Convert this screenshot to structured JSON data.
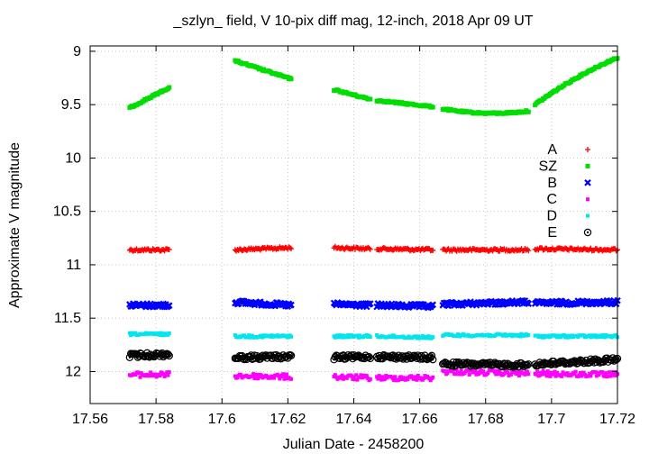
{
  "chart_data": {
    "type": "scatter",
    "title": "_szlyn_ field, V 10-pix diff mag, 12-inch, 2018 Apr 09 UT",
    "xlabel": "Julian Date - 2458200",
    "ylabel": "Approximate V magnitude",
    "xlim": [
      17.56,
      17.72
    ],
    "ylim": [
      8.95,
      12.3
    ],
    "y_inverted": true,
    "x_ticks": [
      "17.56",
      "17.58",
      "17.6",
      "17.62",
      "17.64",
      "17.66",
      "17.68",
      "17.7",
      "17.72"
    ],
    "y_ticks": [
      "9",
      "9.5",
      "10",
      "10.5",
      "11",
      "11.5",
      "12"
    ],
    "grid": true,
    "legend_position": "right-center",
    "series": [
      {
        "name": "A",
        "color": "#ff0000",
        "marker": "plus",
        "segments": [
          {
            "x_start": 17.572,
            "x_end": 17.584,
            "y_start": 10.86,
            "y_end": 10.86
          },
          {
            "x_start": 17.604,
            "x_end": 17.621,
            "y_start": 10.86,
            "y_end": 10.84
          },
          {
            "x_start": 17.634,
            "x_end": 17.645,
            "y_start": 10.84,
            "y_end": 10.85
          },
          {
            "x_start": 17.647,
            "x_end": 17.664,
            "y_start": 10.85,
            "y_end": 10.86
          },
          {
            "x_start": 17.667,
            "x_end": 17.693,
            "y_start": 10.86,
            "y_end": 10.86
          },
          {
            "x_start": 17.695,
            "x_end": 17.72,
            "y_start": 10.85,
            "y_end": 10.86
          }
        ]
      },
      {
        "name": "SZ",
        "color": "#00dd00",
        "marker": "square",
        "segments": [
          {
            "x_start": 17.572,
            "x_end": 17.584,
            "y_start": 9.53,
            "y_end": 9.34
          },
          {
            "x_start": 17.604,
            "x_end": 17.621,
            "y_start": 9.09,
            "y_end": 9.26
          },
          {
            "x_start": 17.634,
            "x_end": 17.645,
            "y_start": 9.36,
            "y_end": 9.45
          },
          {
            "x_start": 17.647,
            "x_end": 17.664,
            "y_start": 9.46,
            "y_end": 9.52
          },
          {
            "x_start": 17.667,
            "x_end": 17.693,
            "y_start": 9.54,
            "y_end": 9.56,
            "y_mid": 9.58
          },
          {
            "x_start": 17.695,
            "x_end": 17.72,
            "y_start": 9.5,
            "y_end": 9.06,
            "y_mid": 9.25
          }
        ]
      },
      {
        "name": "B",
        "color": "#0000ff",
        "marker": "cross",
        "segments": [
          {
            "x_start": 17.572,
            "x_end": 17.584,
            "y_start": 11.38,
            "y_end": 11.38
          },
          {
            "x_start": 17.604,
            "x_end": 17.621,
            "y_start": 11.35,
            "y_end": 11.38
          },
          {
            "x_start": 17.634,
            "x_end": 17.645,
            "y_start": 11.37,
            "y_end": 11.38
          },
          {
            "x_start": 17.647,
            "x_end": 17.664,
            "y_start": 11.38,
            "y_end": 11.39
          },
          {
            "x_start": 17.667,
            "x_end": 17.693,
            "y_start": 11.37,
            "y_end": 11.35
          },
          {
            "x_start": 17.695,
            "x_end": 17.72,
            "y_start": 11.36,
            "y_end": 11.35
          }
        ]
      },
      {
        "name": "C",
        "color": "#ff00ff",
        "marker": "small-square",
        "segments": [
          {
            "x_start": 17.572,
            "x_end": 17.584,
            "y_start": 12.03,
            "y_end": 12.03
          },
          {
            "x_start": 17.604,
            "x_end": 17.621,
            "y_start": 12.04,
            "y_end": 12.05
          },
          {
            "x_start": 17.634,
            "x_end": 17.645,
            "y_start": 12.05,
            "y_end": 12.06
          },
          {
            "x_start": 17.647,
            "x_end": 17.664,
            "y_start": 12.06,
            "y_end": 12.06
          },
          {
            "x_start": 17.667,
            "x_end": 17.693,
            "y_start": 12.0,
            "y_end": 12.02
          },
          {
            "x_start": 17.695,
            "x_end": 17.72,
            "y_start": 12.02,
            "y_end": 12.03
          }
        ]
      },
      {
        "name": "D",
        "color": "#00e5ee",
        "marker": "small-square",
        "segments": [
          {
            "x_start": 17.572,
            "x_end": 17.584,
            "y_start": 11.65,
            "y_end": 11.65
          },
          {
            "x_start": 17.604,
            "x_end": 17.621,
            "y_start": 11.67,
            "y_end": 11.67
          },
          {
            "x_start": 17.634,
            "x_end": 17.645,
            "y_start": 11.67,
            "y_end": 11.67
          },
          {
            "x_start": 17.647,
            "x_end": 17.664,
            "y_start": 11.67,
            "y_end": 11.68
          },
          {
            "x_start": 17.667,
            "x_end": 17.693,
            "y_start": 11.66,
            "y_end": 11.66
          },
          {
            "x_start": 17.695,
            "x_end": 17.72,
            "y_start": 11.67,
            "y_end": 11.67
          }
        ]
      },
      {
        "name": "E",
        "color": "#000000",
        "marker": "circle",
        "segments": [
          {
            "x_start": 17.572,
            "x_end": 17.584,
            "y_start": 11.85,
            "y_end": 11.84
          },
          {
            "x_start": 17.604,
            "x_end": 17.621,
            "y_start": 11.87,
            "y_end": 11.86
          },
          {
            "x_start": 17.634,
            "x_end": 17.645,
            "y_start": 11.87,
            "y_end": 11.86
          },
          {
            "x_start": 17.647,
            "x_end": 17.664,
            "y_start": 11.86,
            "y_end": 11.87
          },
          {
            "x_start": 17.667,
            "x_end": 17.693,
            "y_start": 11.93,
            "y_end": 11.94
          },
          {
            "x_start": 17.695,
            "x_end": 17.72,
            "y_start": 11.93,
            "y_end": 11.89
          }
        ]
      }
    ]
  }
}
